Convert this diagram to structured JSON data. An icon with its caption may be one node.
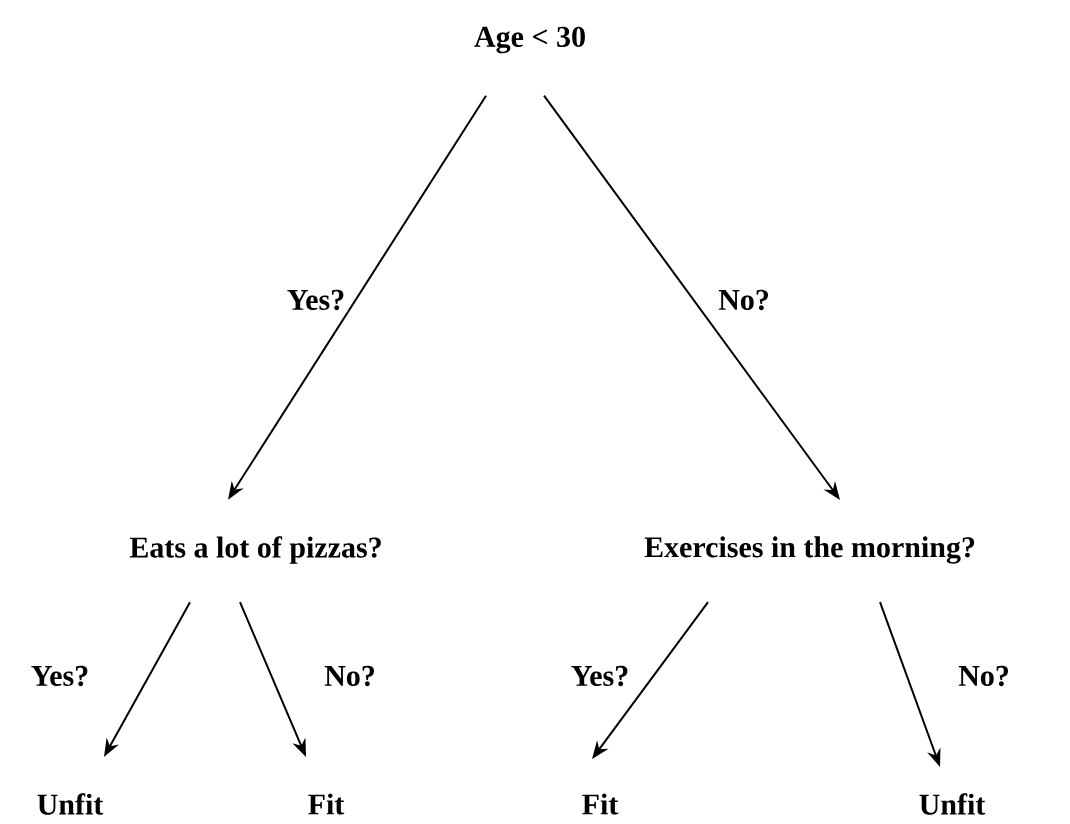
{
  "diagram": {
    "nodes": [
      {
        "text": [
          "Age < 30"
        ]
      },
      {
        "text": [
          "Eats a lot of pizzas?"
        ]
      },
      {
        "text": [
          "Exercises in the morning?"
        ]
      },
      {
        "text": [
          "Unfit"
        ]
      },
      {
        "text": [
          "Fit"
        ]
      },
      {
        "text": [
          "Fit"
        ]
      },
      {
        "text": [
          "Unfit"
        ]
      }
    ],
    "edges": [
      {
        "from": 0,
        "to": 1,
        "arrow": "to",
        "label": "Yes?"
      },
      {
        "from": 0,
        "to": 2,
        "arrow": "to",
        "label": "No?"
      },
      {
        "from": 1,
        "to": 3,
        "arrow": "to",
        "label": "Yes?"
      },
      {
        "from": 1,
        "to": 4,
        "arrow": "to",
        "label": "No?"
      },
      {
        "from": 2,
        "to": 5,
        "arrow": "to",
        "label": "Yes?"
      },
      {
        "from": 2,
        "to": 6,
        "arrow": "to",
        "label": "No?"
      }
    ]
  }
}
